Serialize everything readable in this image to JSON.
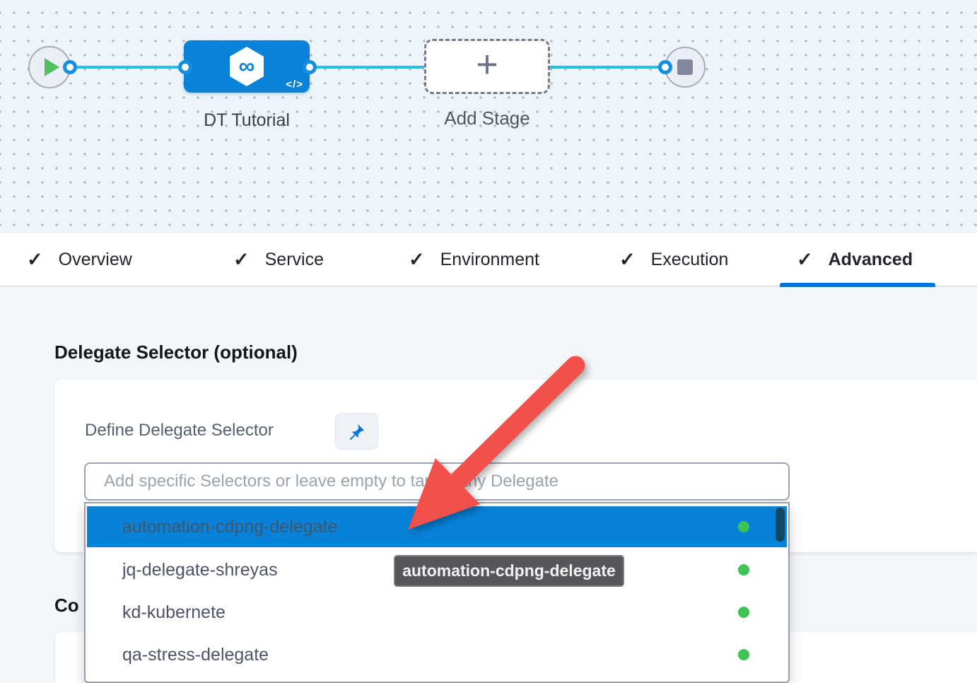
{
  "icons": {
    "check": "✓",
    "plus": "+",
    "infinity": "∞",
    "code": "</>"
  },
  "canvas": {
    "stage_label": "DT Tutorial",
    "add_stage_label": "Add Stage"
  },
  "tabs": [
    {
      "label": "Overview",
      "checked": true,
      "active": false
    },
    {
      "label": "Service",
      "checked": true,
      "active": false
    },
    {
      "label": "Environment",
      "checked": true,
      "active": false
    },
    {
      "label": "Execution",
      "checked": true,
      "active": false
    },
    {
      "label": "Advanced",
      "checked": true,
      "active": true
    }
  ],
  "panel": {
    "section_title": "Delegate Selector (optional)",
    "define_label": "Define Delegate Selector",
    "input_placeholder": "Add specific Selectors or leave empty to target any Delegate",
    "next_section_title_partial": "Co"
  },
  "dropdown": {
    "options": [
      {
        "name": "automation-cdpng-delegate",
        "status": "connected",
        "highlighted": true
      },
      {
        "name": "jq-delegate-shreyas",
        "status": "connected",
        "highlighted": false
      },
      {
        "name": "kd-kubernete",
        "status": "connected",
        "highlighted": false
      },
      {
        "name": "qa-stress-delegate",
        "status": "connected",
        "highlighted": false
      }
    ]
  },
  "tooltip": {
    "text": "automation-cdpng-delegate"
  },
  "colors": {
    "node_blue": "#0a82d8",
    "highlight_blue": "#0882d9",
    "connector_blue": "#2fb8eb",
    "underline_blue": "#0277d5",
    "status_green": "#3ec455",
    "arrow_red": "#f2504b",
    "tooltip_bg": "#55575b"
  }
}
